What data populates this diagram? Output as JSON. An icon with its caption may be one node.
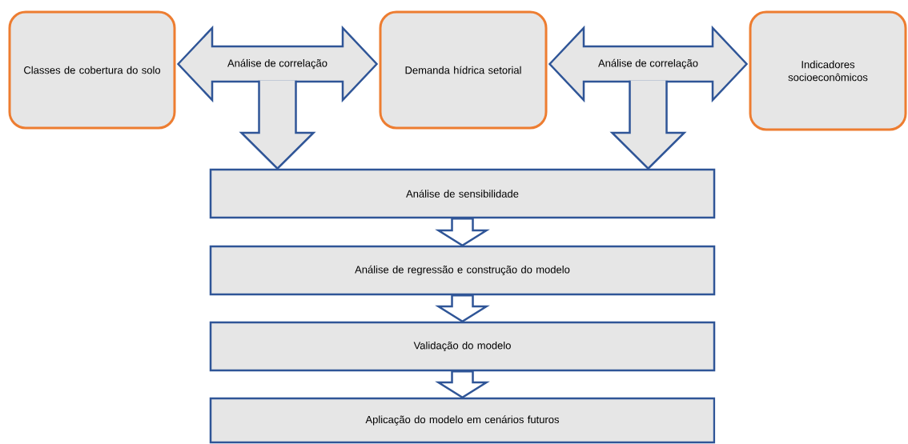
{
  "diagram": {
    "nodes": [
      {
        "text": [
          "Classes de cobertura do solo"
        ]
      },
      {
        "text": [
          "Demanda hídrica setorial"
        ]
      },
      {
        "text": [
          "Indicadores socioeconômicos"
        ]
      },
      {
        "text": [
          "Análise de sensibilidade"
        ]
      },
      {
        "text": [
          "Análise de regressão e construção do modelo"
        ]
      },
      {
        "text": [
          "Validação do modelo"
        ]
      },
      {
        "text": [
          "Aplicação do modelo em cenários futuros"
        ]
      }
    ],
    "edges": [
      {
        "from": 0,
        "to": 1,
        "arrow": "both",
        "label": "Análise de correlação"
      },
      {
        "from": null,
        "to": 3,
        "arrow": "to"
      },
      {
        "from": 1,
        "to": 2,
        "arrow": "both",
        "label": "Análise de correlação"
      },
      {
        "from": null,
        "to": 3,
        "arrow": "to"
      },
      {
        "from": 3,
        "to": 4,
        "arrow": "to"
      },
      {
        "from": 4,
        "to": 5,
        "arrow": "to"
      },
      {
        "from": 5,
        "to": 6,
        "arrow": "to"
      }
    ]
  }
}
